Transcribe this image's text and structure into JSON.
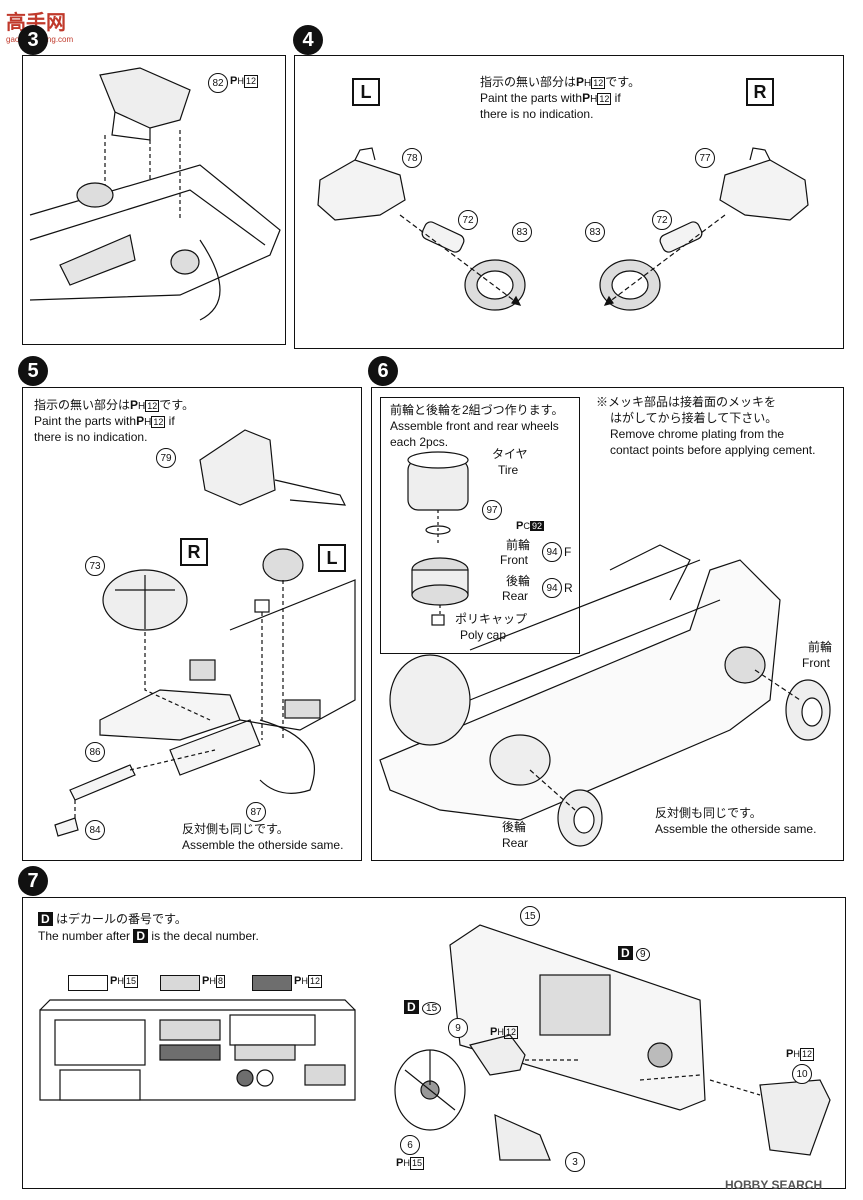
{
  "logo": {
    "text": "高手网",
    "sub": "gaoshouwang.com"
  },
  "steps": {
    "s3": "3",
    "s4": "4",
    "s5": "5",
    "s6": "6",
    "s7": "7"
  },
  "paint_prefix": "P",
  "paint_sub": "H",
  "step3": {
    "part82": "82",
    "paint": "12"
  },
  "step4": {
    "left": "L",
    "right": "R",
    "note_jp": "指示の無い部分は",
    "note_jp_tail": "です。",
    "note_paint": "12",
    "note_en1": "Paint the parts with",
    "note_en1_tail": "if",
    "note_en2": "there is no indication.",
    "parts": {
      "p78": "78",
      "p72a": "72",
      "p83a": "83",
      "p77": "77",
      "p72b": "72",
      "p83b": "83"
    }
  },
  "step5": {
    "note_jp": "指示の無い部分は",
    "note_jp_tail": "です。",
    "note_paint": "12",
    "note_en1": "Paint the parts with",
    "note_en1_tail": "if",
    "note_en2": "there is no indication.",
    "right": "R",
    "left": "L",
    "parts": {
      "p79": "79",
      "p73": "73",
      "p86": "86",
      "p87": "87",
      "p84": "84"
    },
    "same_jp": "反対側も同じです。",
    "same_en": "Assemble the otherside same."
  },
  "step6": {
    "box_jp": "前輪と後輪を2組づつ作ります。",
    "box_en1": "Assemble front and rear wheels",
    "box_en2": "each 2pcs.",
    "tire_jp": "タイヤ",
    "tire_en": "Tire",
    "part97": "97",
    "paint_c": "92",
    "front_jp": "前輪",
    "front_en": "Front",
    "rear_jp": "後輪",
    "rear_en": "Rear",
    "part94": "94",
    "front_letter": "F",
    "rear_letter": "R",
    "polycap_jp": "ポリキャップ",
    "polycap_en": "Poly cap",
    "chrome_jp1": "※メッキ部品は接着面のメッキを",
    "chrome_jp2": "はがしてから接着して下さい。",
    "chrome_en1": "Remove chrome plating from the",
    "chrome_en2": "contact points before applying cement.",
    "front2_jp": "前輪",
    "front2_en": "Front",
    "rear2_jp": "後輪",
    "rear2_en": "Rear",
    "same_jp": "反対側も同じです。",
    "same_en": "Assemble the otherside same."
  },
  "step7": {
    "decal_jp": "はデカールの番号です。",
    "decal_en_pre": "The number after",
    "decal_en_post": "is the decal number.",
    "decal_letter": "D",
    "swatch1": "15",
    "swatch2": "8",
    "swatch3": "12",
    "swatch_colors": [
      "#ffffff",
      "#d9d9d9",
      "#6e6e6e"
    ],
    "parts": {
      "p15": "15",
      "d9": "9",
      "d15": "15",
      "p9": "9",
      "p9paint": "12",
      "p6": "6",
      "p6paint": "15",
      "p3": "3",
      "p10": "10",
      "p10paint": "12"
    }
  },
  "watermark": "HOBBY SEARCH"
}
